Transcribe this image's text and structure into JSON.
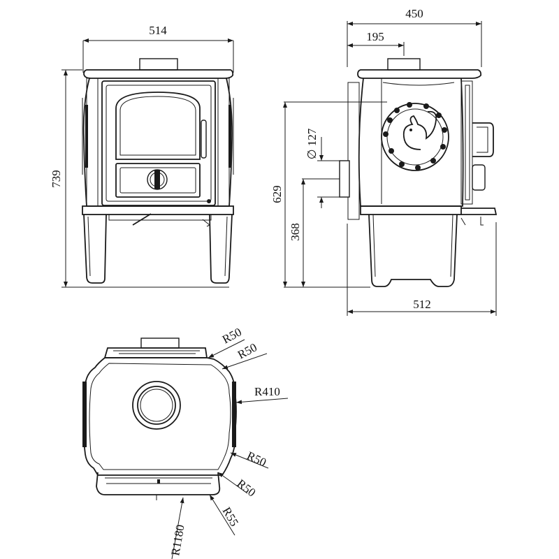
{
  "views": {
    "front": {
      "width_label": "514",
      "height_label": "739"
    },
    "side": {
      "depth_label": "450",
      "flue_offset_label": "195",
      "flue_height_label": "629",
      "rear_outlet_diameter_label": "∅ 127",
      "rear_outlet_height_label": "368",
      "hearth_depth_label": "512",
      "emblem_icon": "squirrel-wreath-emblem"
    },
    "top": {
      "radius_labels": [
        "R50",
        "R50",
        "R410",
        "R50",
        "R50",
        "R55",
        "R1180"
      ]
    }
  }
}
